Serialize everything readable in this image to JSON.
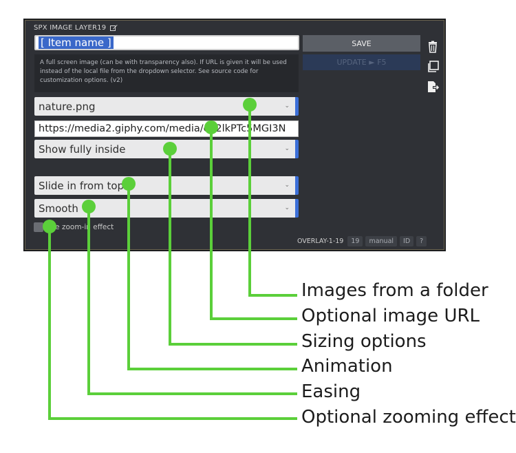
{
  "header": {
    "title": "SPX IMAGE LAYER19",
    "edit_icon": "edit-icon"
  },
  "item_name": "[ Item name ]",
  "description": "A full screen image (can be with transparency also). If URL is given it will be used instead of the local file from the dropdown selector. See source code for customization options. (v2)",
  "fields": {
    "image_file": "nature.png",
    "image_url": "https://media2.giphy.com/media/eY2lkPTc5MGI3N",
    "sizing": "Show fully inside",
    "animation": "Slide in from top",
    "easing": "Smooth",
    "zoom_label": "Use zoom-in effect"
  },
  "buttons": {
    "save": "SAVE",
    "update": "UPDATE ► F5"
  },
  "footer": {
    "title": "OVERLAY-1-19",
    "num": "19",
    "mode": "manual",
    "id": "ID",
    "help": "?"
  },
  "callouts": [
    "Images from a folder",
    "Optional image URL",
    "Sizing options",
    "Animation",
    "Easing",
    "Optional zooming effect"
  ],
  "colors": {
    "accent": "#3b6fd8",
    "callout_line": "#5bcf3a",
    "panel": "#2f3136"
  }
}
